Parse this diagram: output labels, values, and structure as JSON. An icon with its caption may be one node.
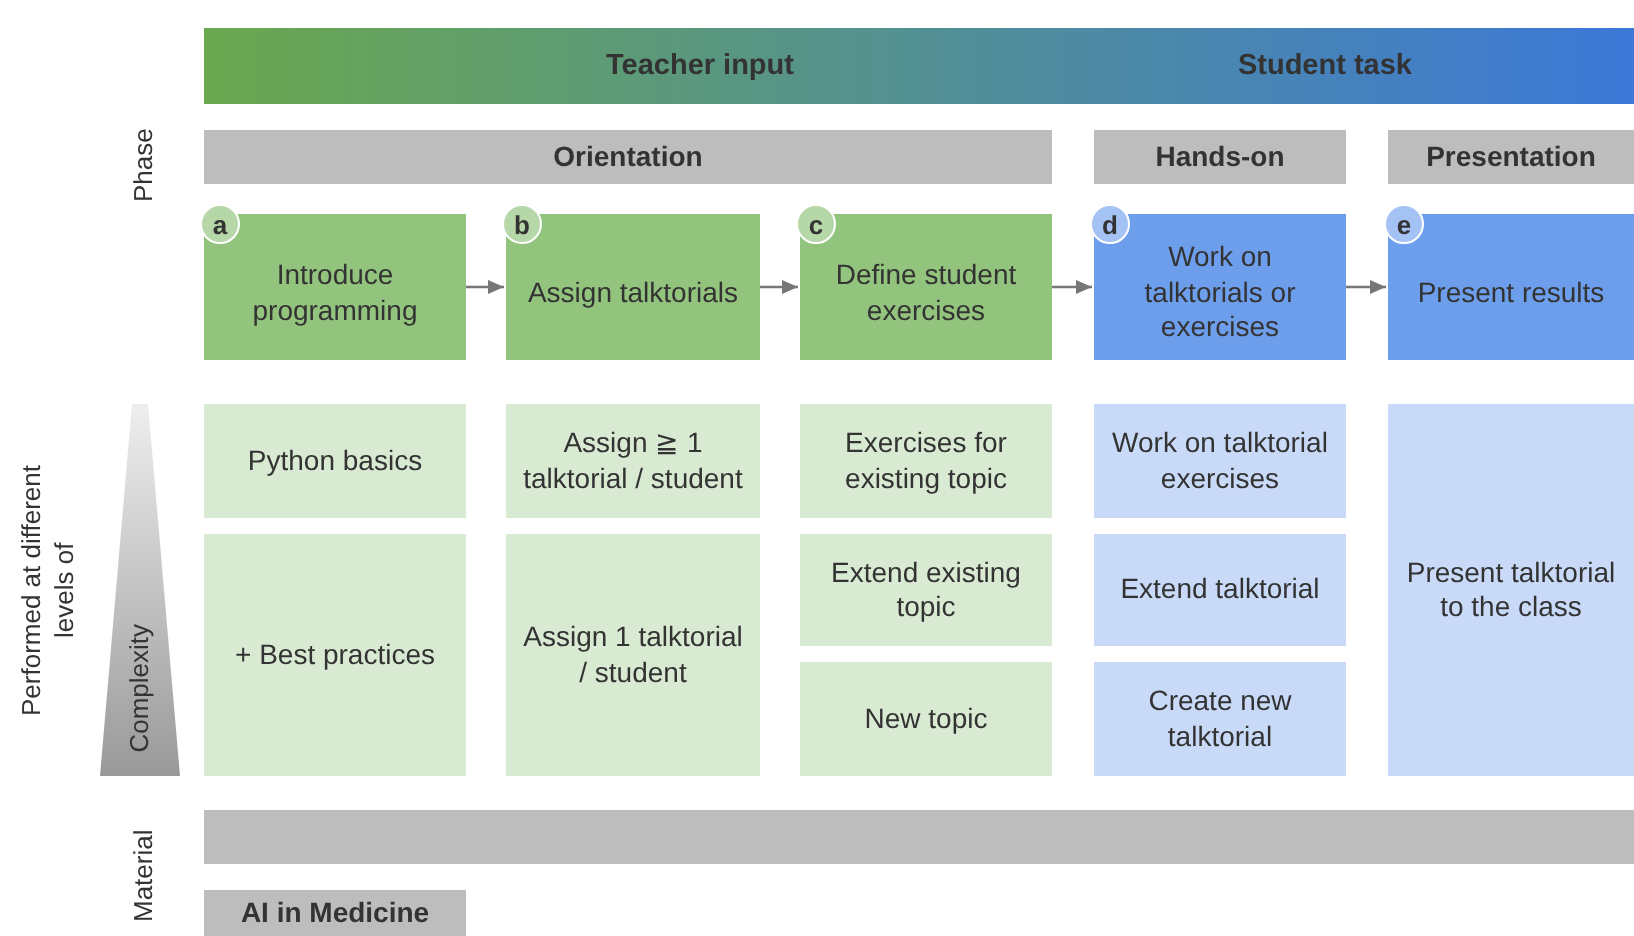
{
  "diagram": {
    "nodes": [
      {
        "text": [
          "Teacher input",
          "Student task"
        ]
      },
      {
        "text": [
          "Orientation"
        ]
      },
      {
        "text": [
          "Hands-on"
        ]
      },
      {
        "text": [
          "Presentation"
        ]
      },
      {
        "text": [
          "a",
          "Introduce programming"
        ]
      },
      {
        "text": [
          "b",
          "Assign talktorials"
        ]
      },
      {
        "text": [
          "c",
          "Define student exercises"
        ]
      },
      {
        "text": [
          "d",
          "Work on talktorials or exercises"
        ]
      },
      {
        "text": [
          "e",
          "Present results"
        ]
      },
      {
        "text": [
          "Python basics"
        ]
      },
      {
        "text": [
          "+ Best practices"
        ]
      },
      {
        "text": [
          "Assign ≧ 1 talktorial / student"
        ]
      },
      {
        "text": [
          "Assign 1 talktorial / student"
        ]
      },
      {
        "text": [
          "Exercises for existing topic"
        ]
      },
      {
        "text": [
          "Extend existing topic"
        ]
      },
      {
        "text": [
          "New topic"
        ]
      },
      {
        "text": [
          "Work on talktorial exercises"
        ]
      },
      {
        "text": [
          "Extend talktorial"
        ]
      },
      {
        "text": [
          "Create new talktorial"
        ]
      },
      {
        "text": [
          "Present talktorial to the class"
        ]
      },
      {
        "text": [
          "Complexity"
        ]
      },
      {
        "text": [],
        "shape": "bar"
      },
      {
        "text": [
          "AI in Medicine"
        ]
      }
    ],
    "edges": [
      {
        "from": 4,
        "to": 5,
        "arrow": "to"
      },
      {
        "from": 5,
        "to": 6,
        "arrow": "to"
      },
      {
        "from": 6,
        "to": 7,
        "arrow": "to"
      },
      {
        "from": 7,
        "to": 8,
        "arrow": "to"
      }
    ],
    "labels": [
      "Phase",
      "Performed at different levels of",
      "Material"
    ]
  }
}
